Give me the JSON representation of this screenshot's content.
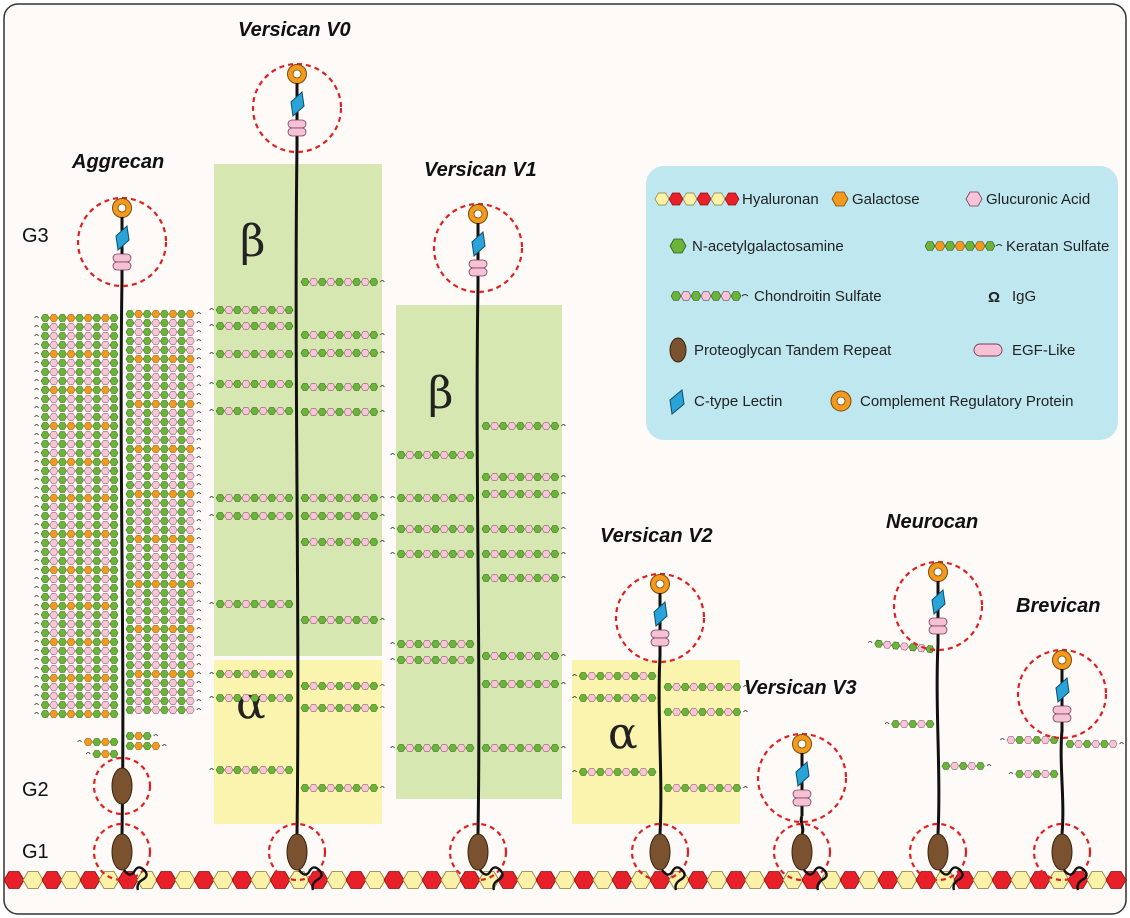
{
  "proteins": {
    "aggrecan": "Aggrecan",
    "v0": "Versican V0",
    "v1": "Versican V1",
    "v2": "Versican V2",
    "v3": "Versican V3",
    "neurocan": "Neurocan",
    "brevican": "Brevican"
  },
  "domains": {
    "g3": "G3",
    "g2": "G2",
    "g1": "G1"
  },
  "regions": {
    "beta": "β",
    "alpha": "α"
  },
  "legend": {
    "hyaluronan": "Hyaluronan",
    "galactose": "Galactose",
    "glucuronic": "Glucuronic Acid",
    "galnac": "N-acetylgalactosamine",
    "keratan": "Keratan Sulfate",
    "chondroitin": "Chondroitin Sulfate",
    "igg_symbol": "Ω",
    "igg": "IgG",
    "ptr": "Proteoglycan Tandem Repeat",
    "egf": "EGF-Like",
    "lectin": "C-type Lectin",
    "crp": "Complement Regulatory Protein"
  },
  "colors": {
    "hyaluronan_red": "#e8202a",
    "hyaluronan_yellow": "#fbf2a8",
    "galactose": "#f39a1e",
    "glucuronic": "#f6c6d8",
    "galnac": "#6ab43a",
    "ptr": "#7a5230",
    "egf": "#f4c2d4",
    "lectin": "#2aa4d8",
    "crp": "#f39a1e",
    "beta_region": "#cfe3a4",
    "alpha_region": "#fbf3a6",
    "legend_box": "#bfe7f0",
    "domain_circle": "#e02020"
  }
}
